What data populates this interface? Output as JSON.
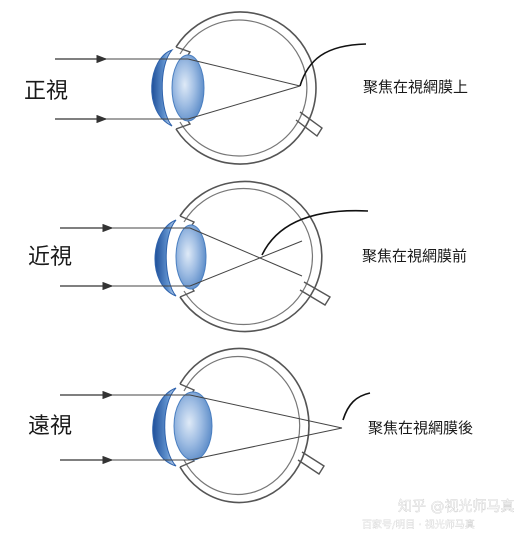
{
  "diagrams": [
    {
      "label": "正視",
      "note": "聚焦在視網膜上"
    },
    {
      "label": "近視",
      "note": "聚焦在視網膜前"
    },
    {
      "label": "遠視",
      "note": "聚焦在視網膜後"
    }
  ],
  "watermark": {
    "main": "知乎 @视光师马真",
    "sub": "百家号/明目 · 视光师马真"
  },
  "colors": {
    "outline": "#555555",
    "ray": "#444444",
    "lens": "#4a7fc1",
    "cornea": "#2f63ad"
  }
}
